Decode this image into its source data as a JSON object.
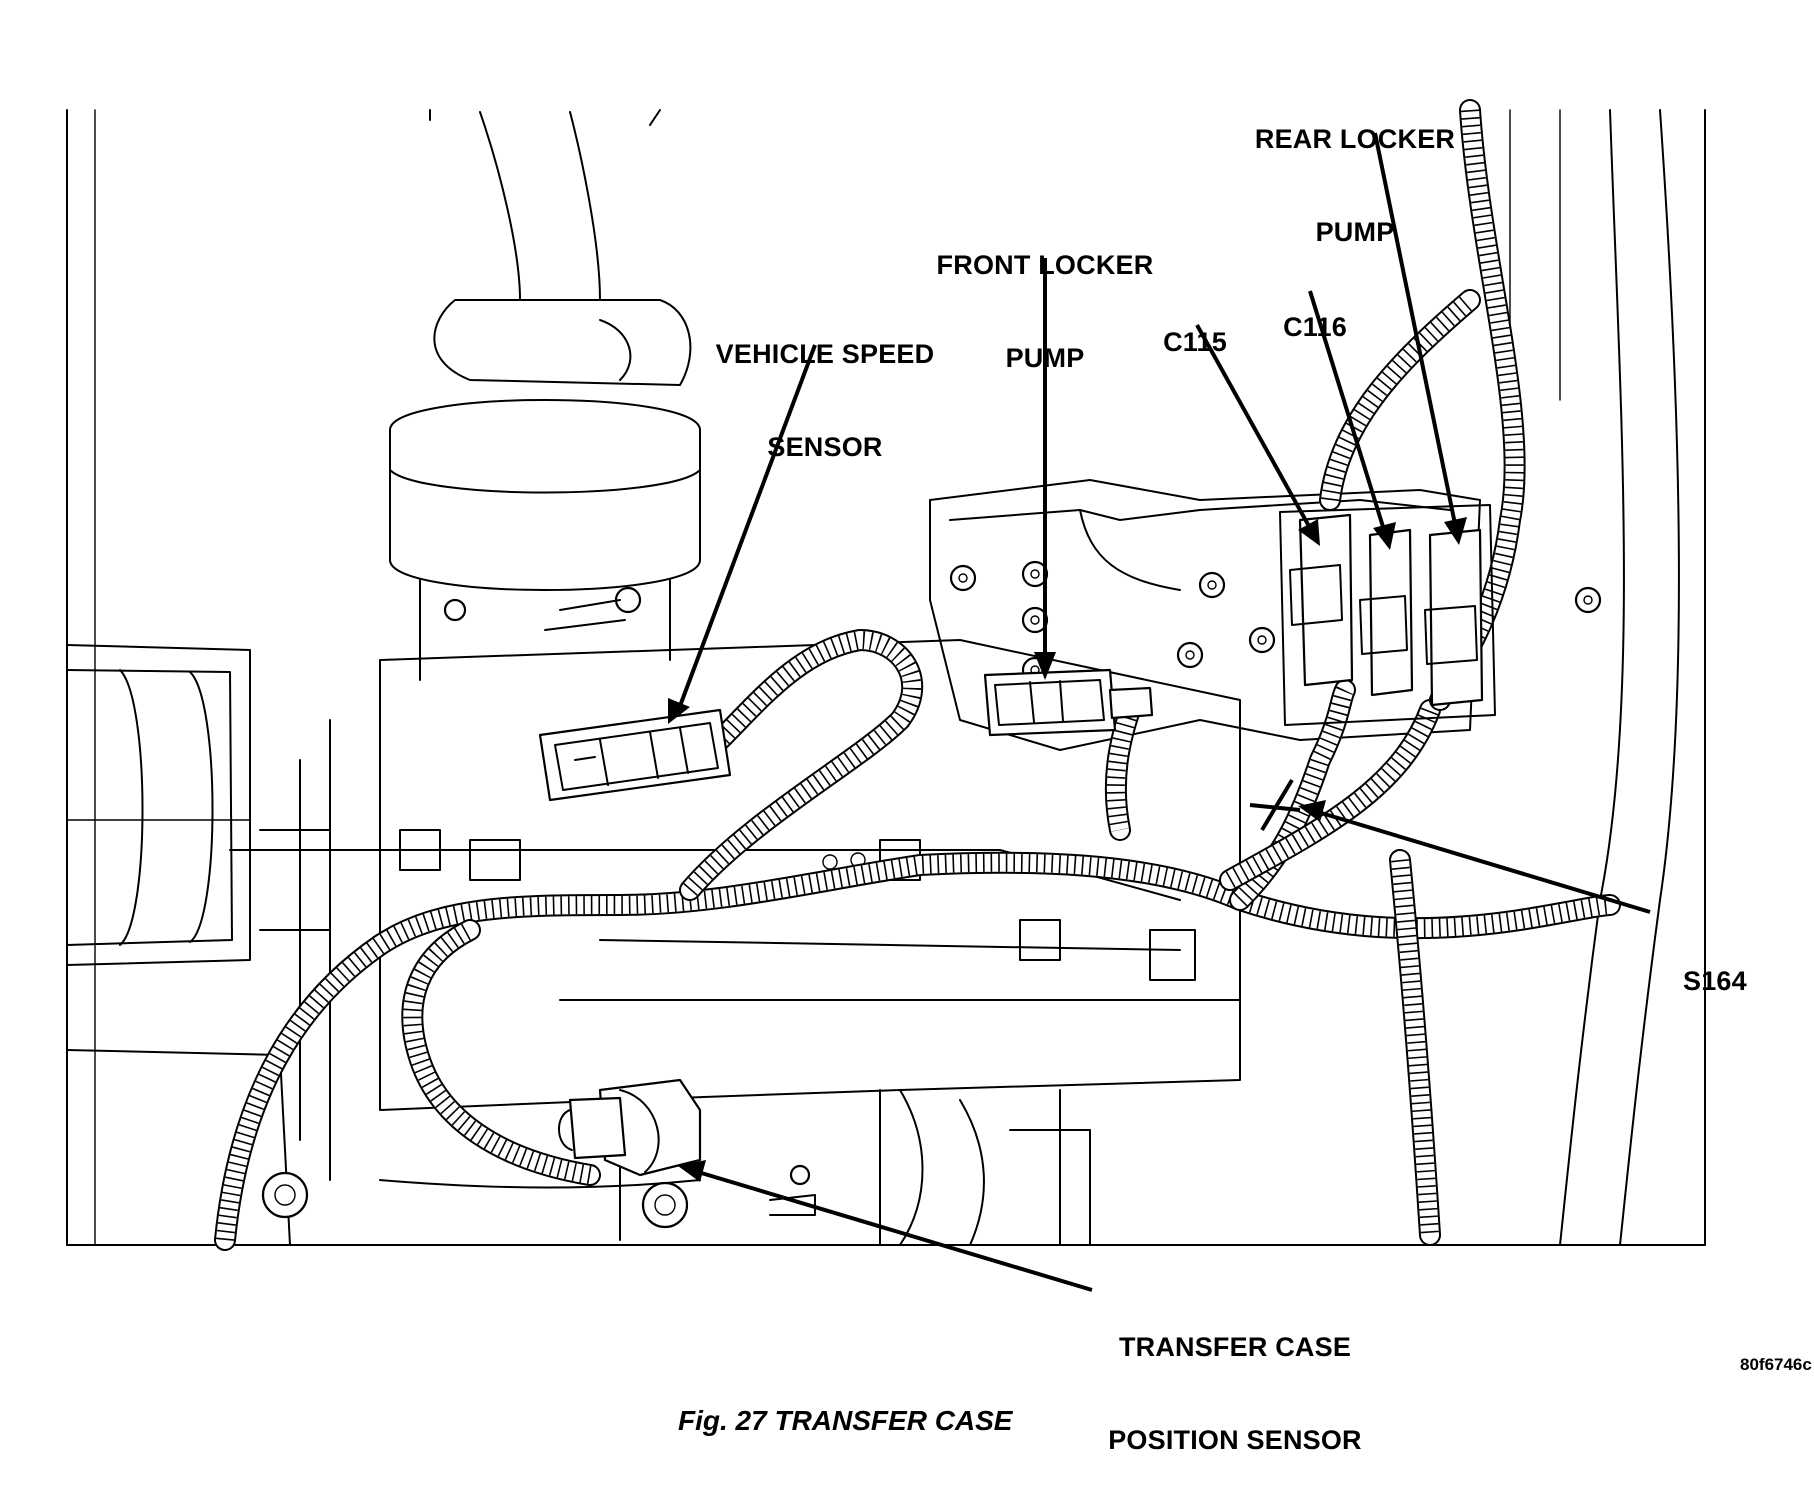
{
  "labels": {
    "rear_locker_pump": [
      "REAR LOCKER",
      "PUMP"
    ],
    "front_locker_pump": [
      "FRONT LOCKER",
      "PUMP"
    ],
    "vehicle_speed_sensor": [
      "VEHICLE SPEED",
      "SENSOR"
    ],
    "c115": "C115",
    "c116": "C116",
    "s164": "S164",
    "transfer_case_position_sensor": [
      "TRANSFER CASE",
      "POSITION SENSOR"
    ]
  },
  "figure_code": "80f6746c",
  "caption": "Fig. 27 TRANSFER CASE"
}
